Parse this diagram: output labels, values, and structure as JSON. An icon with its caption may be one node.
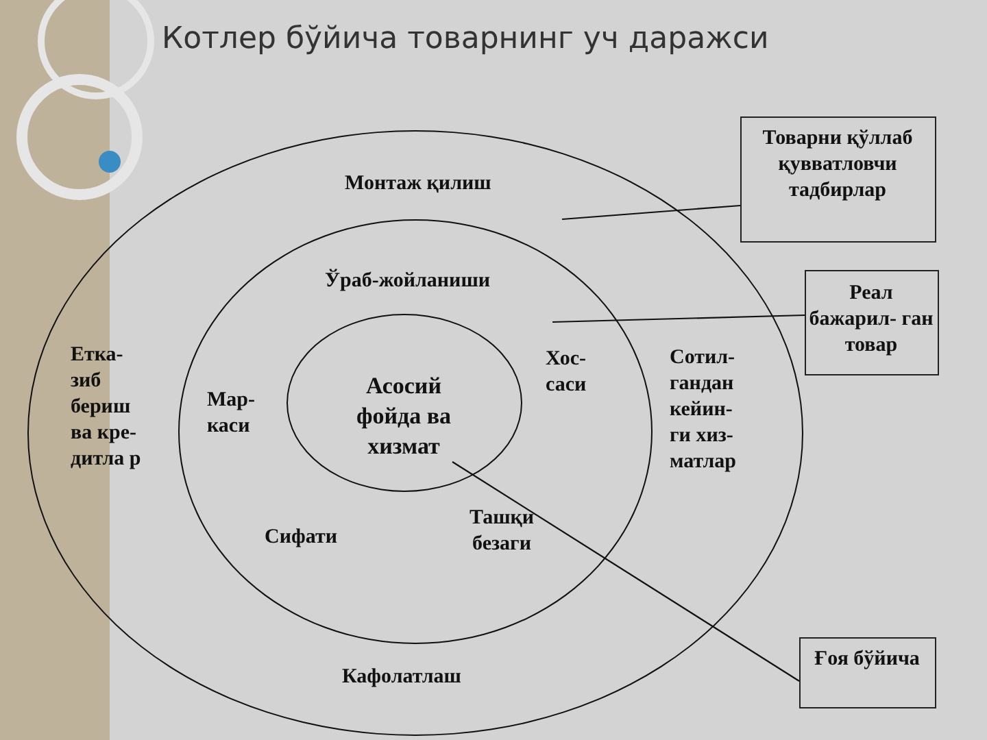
{
  "diagram": {
    "title": "Котлер бўйича товарнинг уч даражси",
    "nodes": [
      {
        "text": [
          "Монтаж қилиш",
          "Етка- зиб бериш ва кре- дитла р",
          "Сотил- гандан кейин- ги хиз- матлар",
          "Кафолатлаш"
        ]
      },
      {
        "text": [
          "Ўраб-жойланиши",
          "Мар- каси",
          "Хос- саси",
          "Сифати",
          "Ташқи безаги"
        ],
        "in": 0
      },
      {
        "text": [
          "Асосий фойда ва хизмат"
        ],
        "in": 1
      },
      {
        "text": [
          "Товарни қўллаб қувватловчи тадбирлар"
        ]
      },
      {
        "text": [
          "Реал бажарил- ган товар"
        ]
      },
      {
        "text": [
          "Ғоя бўйича"
        ]
      }
    ],
    "edges": [
      {
        "from": 3,
        "to": 0,
        "arrow": "none"
      },
      {
        "from": 4,
        "to": 1,
        "arrow": "none"
      },
      {
        "from": 5,
        "to": 2,
        "arrow": "none"
      }
    ]
  }
}
